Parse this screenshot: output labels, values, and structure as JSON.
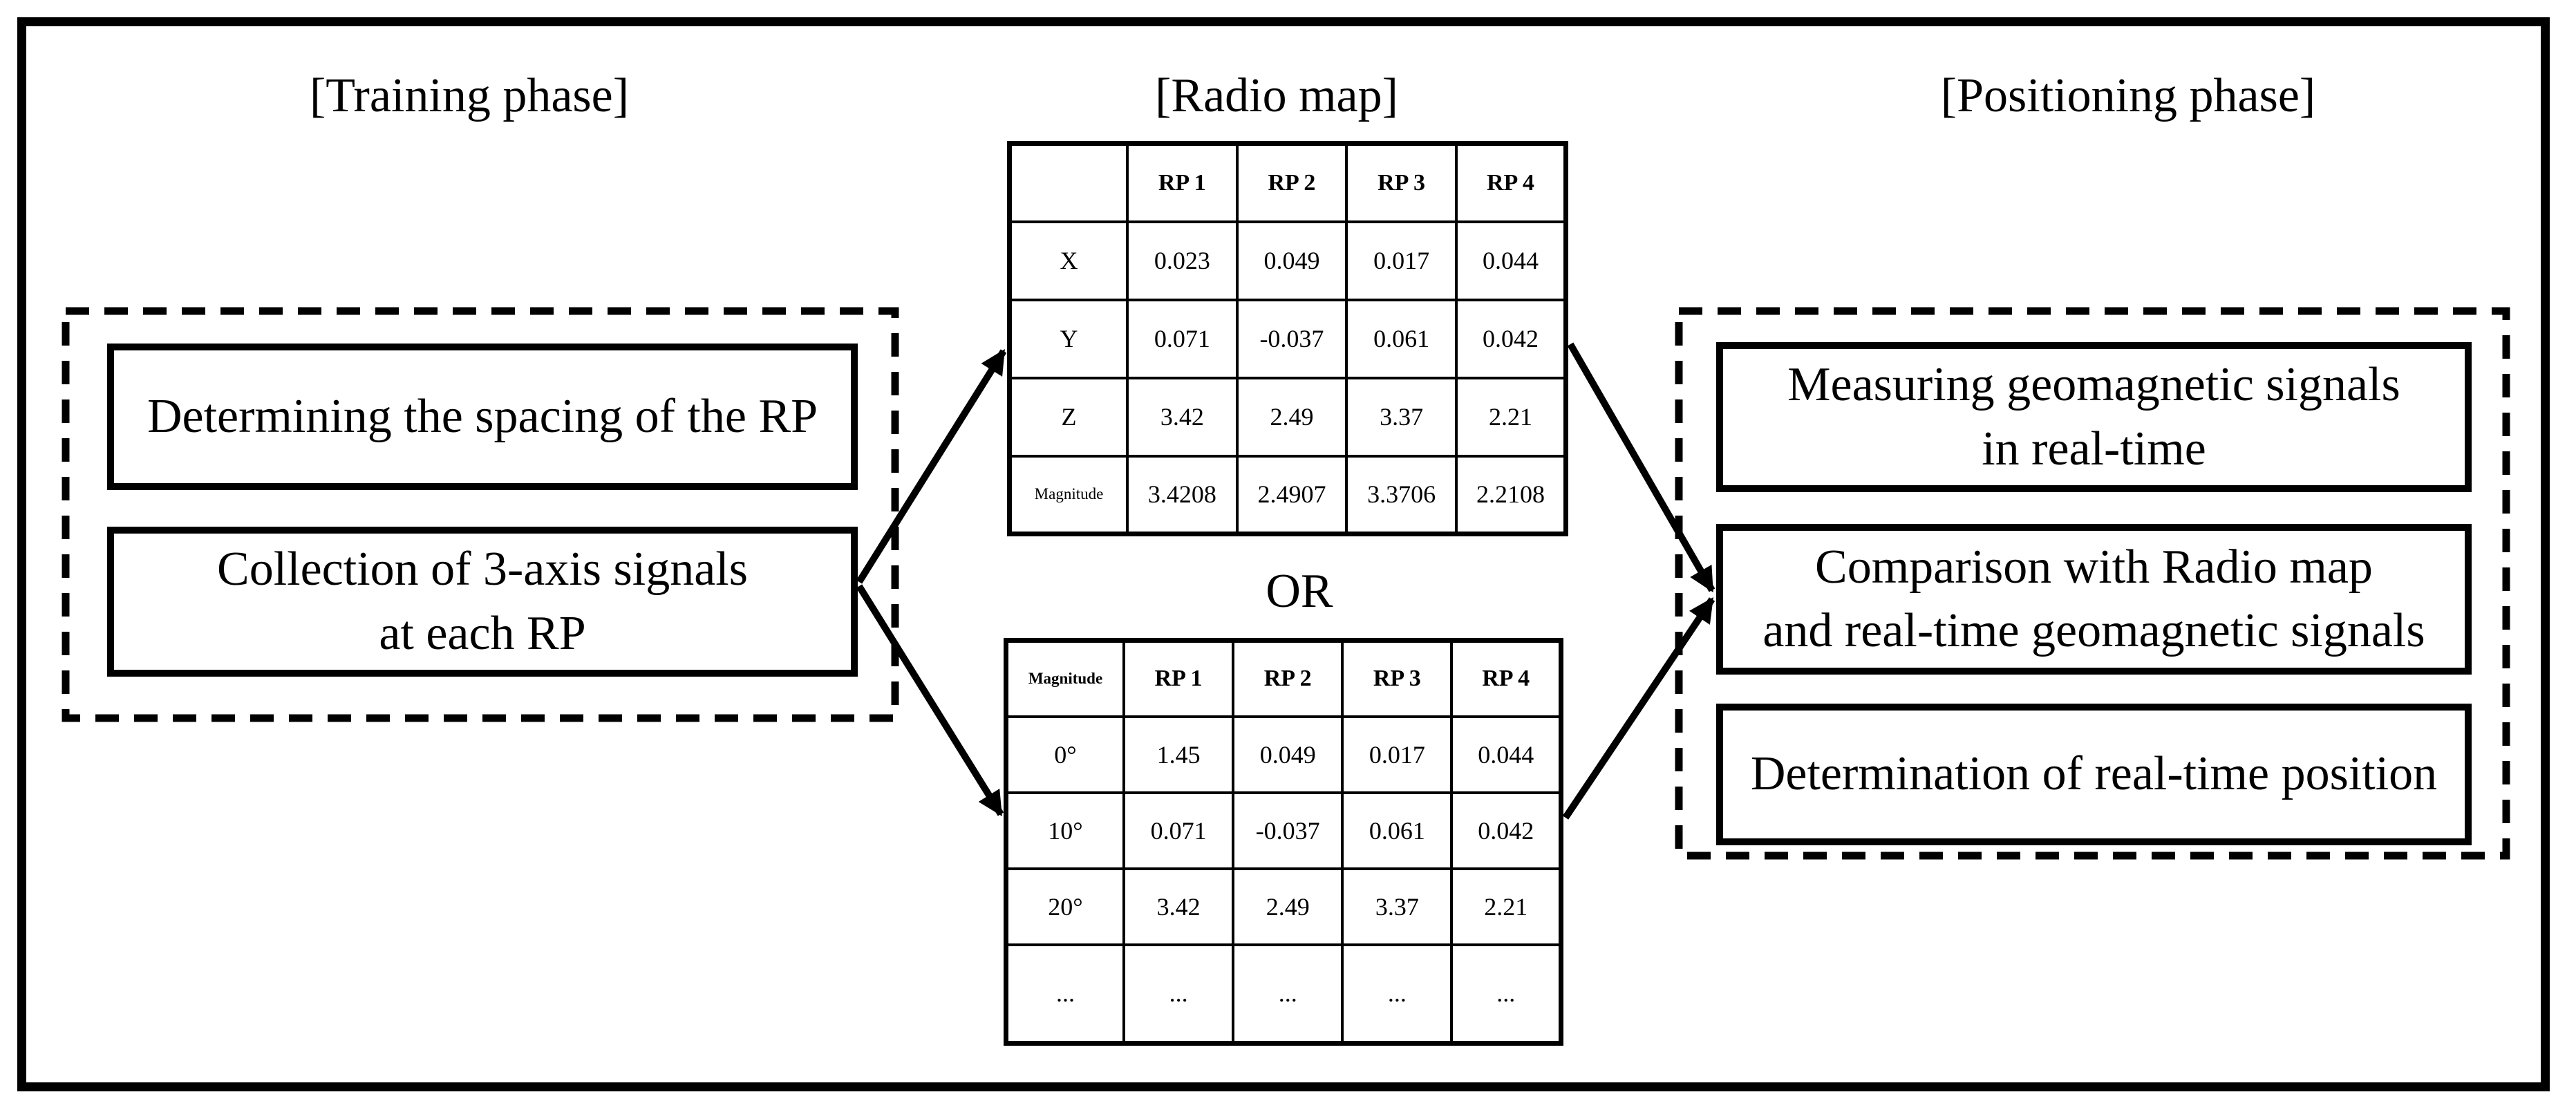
{
  "colors": {
    "ink": "#000000",
    "paper": "#ffffff"
  },
  "titles": {
    "training": "[Training phase]",
    "radio_map": "[Radio map]",
    "positioning": "[Positioning phase]"
  },
  "training_phase": {
    "steps": [
      {
        "label": "Determining the spacing of the RP"
      },
      {
        "label": "Collection of 3-axis signals\nat each RP"
      }
    ]
  },
  "radio_map": {
    "or_label": "OR",
    "table_xyz": {
      "columns": [
        "",
        "RP 1",
        "RP 2",
        "RP 3",
        "RP 4"
      ],
      "rows": [
        {
          "label": "X",
          "values": [
            "0.023",
            "0.049",
            "0.017",
            "0.044"
          ]
        },
        {
          "label": "Y",
          "values": [
            "0.071",
            "-0.037",
            "0.061",
            "0.042"
          ]
        },
        {
          "label": "Z",
          "values": [
            "3.42",
            "2.49",
            "3.37",
            "2.21"
          ]
        },
        {
          "label": "Magnitude",
          "values": [
            "3.4208",
            "2.4907",
            "3.3706",
            "2.2108"
          ]
        }
      ]
    },
    "table_heading": {
      "columns": [
        "Magnitude",
        "RP 1",
        "RP 2",
        "RP 3",
        "RP 4"
      ],
      "rows": [
        {
          "label": "0°",
          "values": [
            "1.45",
            "0.049",
            "0.017",
            "0.044"
          ]
        },
        {
          "label": "10°",
          "values": [
            "0.071",
            "-0.037",
            "0.061",
            "0.042"
          ]
        },
        {
          "label": "20°",
          "values": [
            "3.42",
            "2.49",
            "3.37",
            "2.21"
          ]
        },
        {
          "label": "...",
          "values": [
            "...",
            "...",
            "...",
            "..."
          ]
        }
      ]
    }
  },
  "positioning_phase": {
    "steps": [
      {
        "label": "Measuring geomagnetic signals\nin real-time"
      },
      {
        "label": "Comparison with Radio map\nand real-time geomagnetic signals"
      },
      {
        "label": "Determination of real-time position"
      }
    ]
  }
}
